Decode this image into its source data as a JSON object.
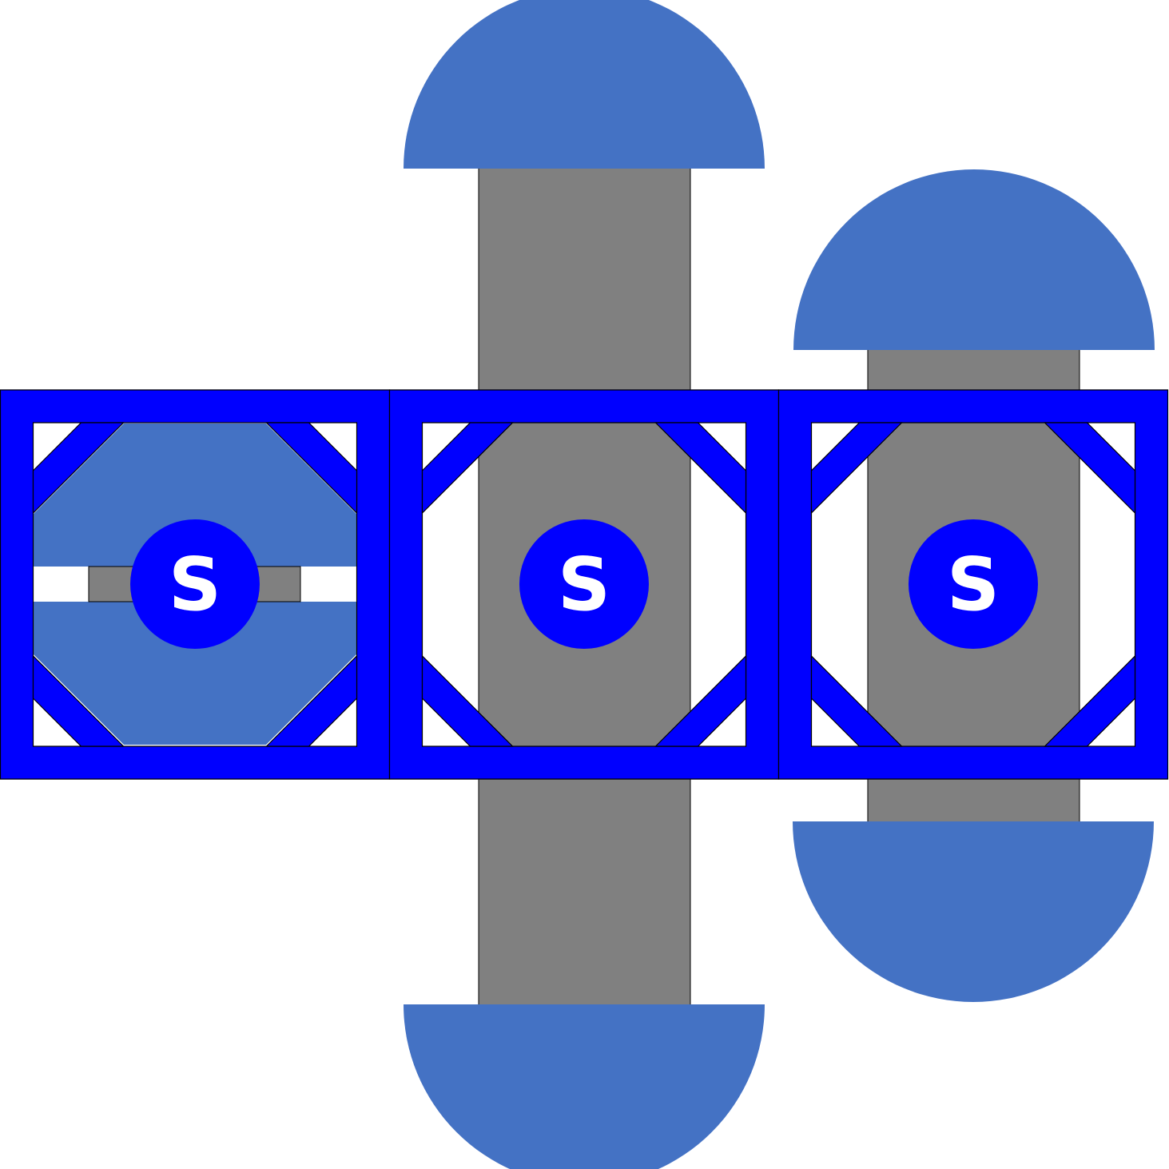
{
  "colors": {
    "background": "#FFFFFF",
    "frame": "#0000FF",
    "cap": "#4472C4",
    "bar": "#808080",
    "badge": "#0000FF",
    "badge_text": "#FFFFFF",
    "outline": "#000000"
  },
  "cells": [
    {
      "label": "S",
      "orientation": "horizontal"
    },
    {
      "label": "S",
      "orientation": "vertical"
    },
    {
      "label": "S",
      "orientation": "vertical"
    }
  ]
}
